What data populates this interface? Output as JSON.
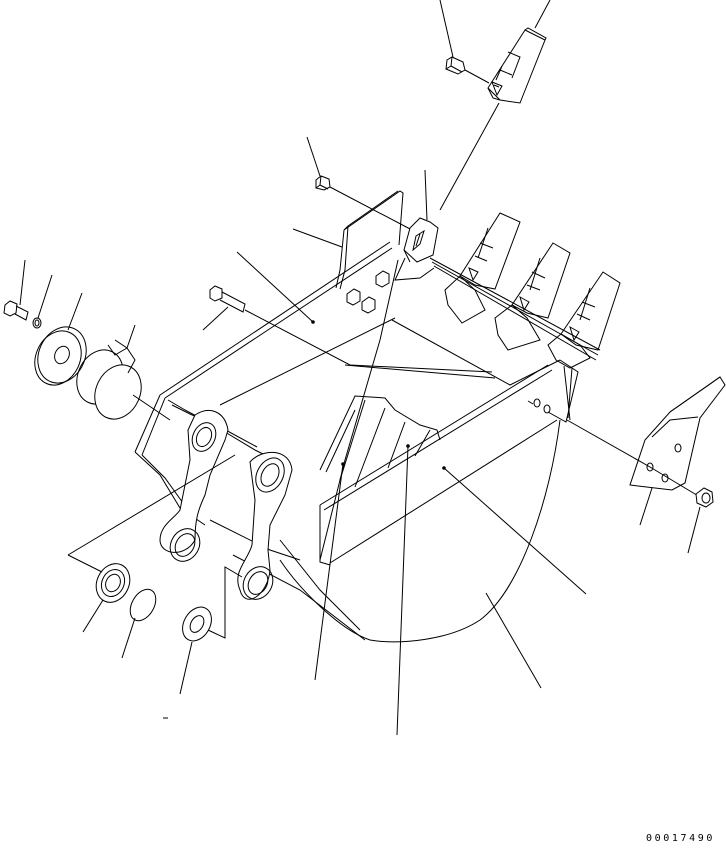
{
  "diagram": {
    "type": "exploded-parts-view",
    "subject": "excavator bucket assembly",
    "figure_number": "00017490",
    "line_color": "#000000",
    "background_color": "#ffffff",
    "parts": [
      {
        "id": "tooth-spare",
        "icon": "bucket-tooth-icon"
      },
      {
        "id": "tooth-pin-small",
        "icon": "pin-icon"
      },
      {
        "id": "lock-pin",
        "icon": "lock-pin-icon"
      },
      {
        "id": "adapter",
        "icon": "adapter-icon"
      },
      {
        "id": "teeth-row",
        "icon": "bucket-tooth-icon",
        "count": 3
      },
      {
        "id": "side-plate",
        "icon": "plate-icon"
      },
      {
        "id": "bucket-body",
        "icon": "bucket-icon"
      },
      {
        "id": "bolt-left",
        "icon": "bolt-icon"
      },
      {
        "id": "washer",
        "icon": "washer-icon"
      },
      {
        "id": "shim-disc",
        "icon": "shim-icon"
      },
      {
        "id": "dust-seal-pair",
        "icon": "seal-icon"
      },
      {
        "id": "bolt-upper",
        "icon": "bolt-icon"
      },
      {
        "id": "nuts",
        "icon": "nut-icon",
        "count": 3
      },
      {
        "id": "boss-bracket",
        "icon": "bracket-icon"
      },
      {
        "id": "bushing",
        "icon": "bushing-icon"
      },
      {
        "id": "o-ring",
        "icon": "o-ring-icon"
      },
      {
        "id": "shim-ring",
        "icon": "shim-icon"
      },
      {
        "id": "wear-plates",
        "icon": "plate-icon"
      },
      {
        "id": "side-cutter",
        "icon": "side-cutter-icon"
      },
      {
        "id": "side-cutter-nut",
        "icon": "nut-icon"
      },
      {
        "id": "bucket-bottom",
        "icon": "bucket-icon"
      }
    ]
  }
}
